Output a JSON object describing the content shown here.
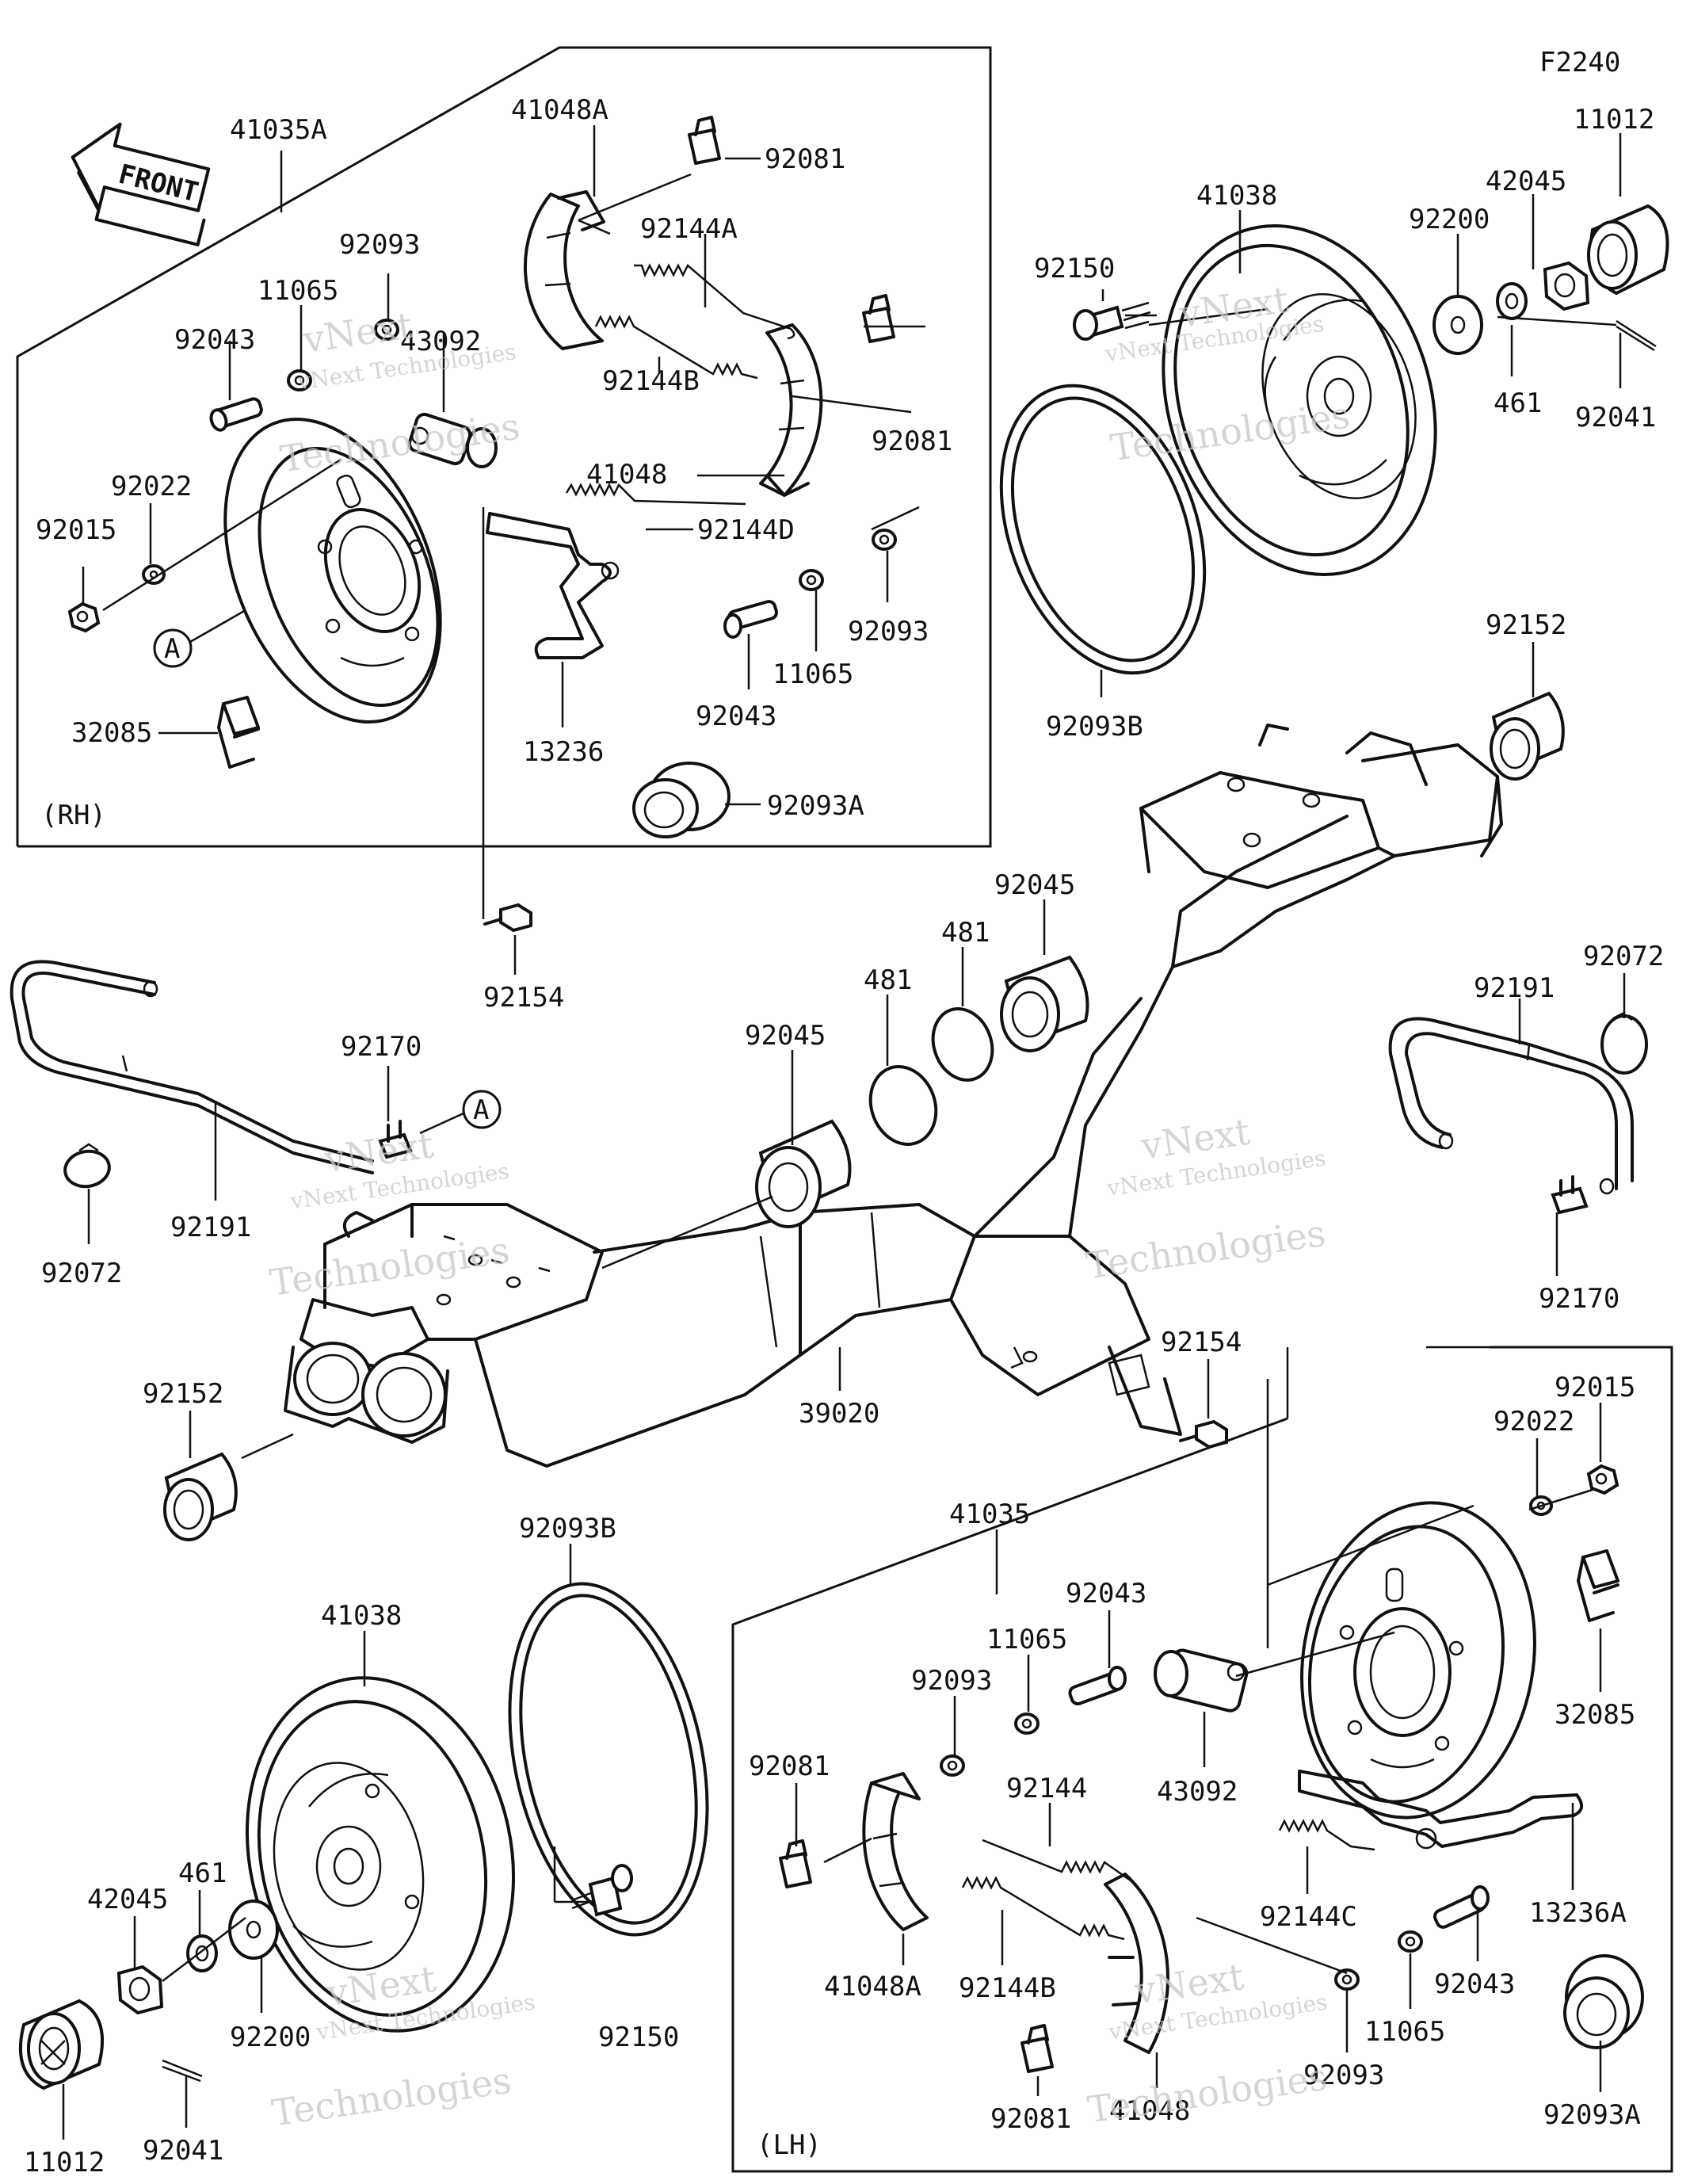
{
  "figure_code": "F2240",
  "front_arrow": {
    "text": "FRONT",
    "icon": "front-arrow-icon"
  },
  "sides": {
    "rh": "(RH)",
    "lh": "(LH)"
  },
  "ref_marker": "A",
  "watermark": {
    "line1": "vNext Technologies",
    "line2": "vNext",
    "line3": "Technologies"
  },
  "labels": {
    "p41035A": "41035A",
    "p41048A_rh": "41048A",
    "p92081_rh1": "92081",
    "p92144A": "92144A",
    "p92093_rh1": "92093",
    "p11065_rh1": "11065",
    "p43092_rh": "43092",
    "p92043_rh1": "92043",
    "p92144B_rh": "92144B",
    "p92081_rh2": "92081",
    "p41048_rh": "41048",
    "p92022_rh": "92022",
    "p92015_rh": "92015",
    "p92144D": "92144D",
    "p92093_rh2": "92093",
    "p11065_rh2": "11065",
    "p92043_rh2": "92043",
    "p13236": "13236",
    "p32085_rh": "32085",
    "p92093A_rh": "92093A",
    "p92154_rh": "92154",
    "p41038_r": "41038",
    "p92150_r": "92150",
    "p92200_r": "92200",
    "p42045_r": "42045",
    "p11012_r": "11012",
    "p461_r": "461",
    "p92041_r": "92041",
    "p92093B_r": "92093B",
    "p92152_r": "92152",
    "p92045_1": "92045",
    "p481_1": "481",
    "p481_2": "481",
    "p92045_2": "92045",
    "p92072_r": "92072",
    "p92191_r": "92191",
    "p92170_r": "92170",
    "p92170_l": "92170",
    "p92191_l": "92191",
    "p92072_l": "92072",
    "p92152_l": "92152",
    "p39020": "39020",
    "p92154_lh": "92154",
    "p92093B_l": "92093B",
    "p41038_l": "41038",
    "p461_l": "461",
    "p42045_l": "42045",
    "p92200_l": "92200",
    "p92150_l": "92150",
    "p11012_l": "11012",
    "p92041_l": "92041",
    "p41035": "41035",
    "p92043_lh1": "92043",
    "p11065_lh1": "11065",
    "p92093_lh1": "92093",
    "p92081_lh1": "92081",
    "p92144": "92144",
    "p41048A_lh": "41048A",
    "p92144B_lh": "92144B",
    "p43092_lh": "43092",
    "p92015_lh": "92015",
    "p92022_lh": "92022",
    "p32085_lh": "32085",
    "p13236A": "13236A",
    "p92144C": "92144C",
    "p92043_lh2": "92043",
    "p11065_lh2": "11065",
    "p92093_lh2": "92093",
    "p41048_lh": "41048",
    "p92081_lh2": "92081",
    "p92093A_lh": "92093A"
  }
}
